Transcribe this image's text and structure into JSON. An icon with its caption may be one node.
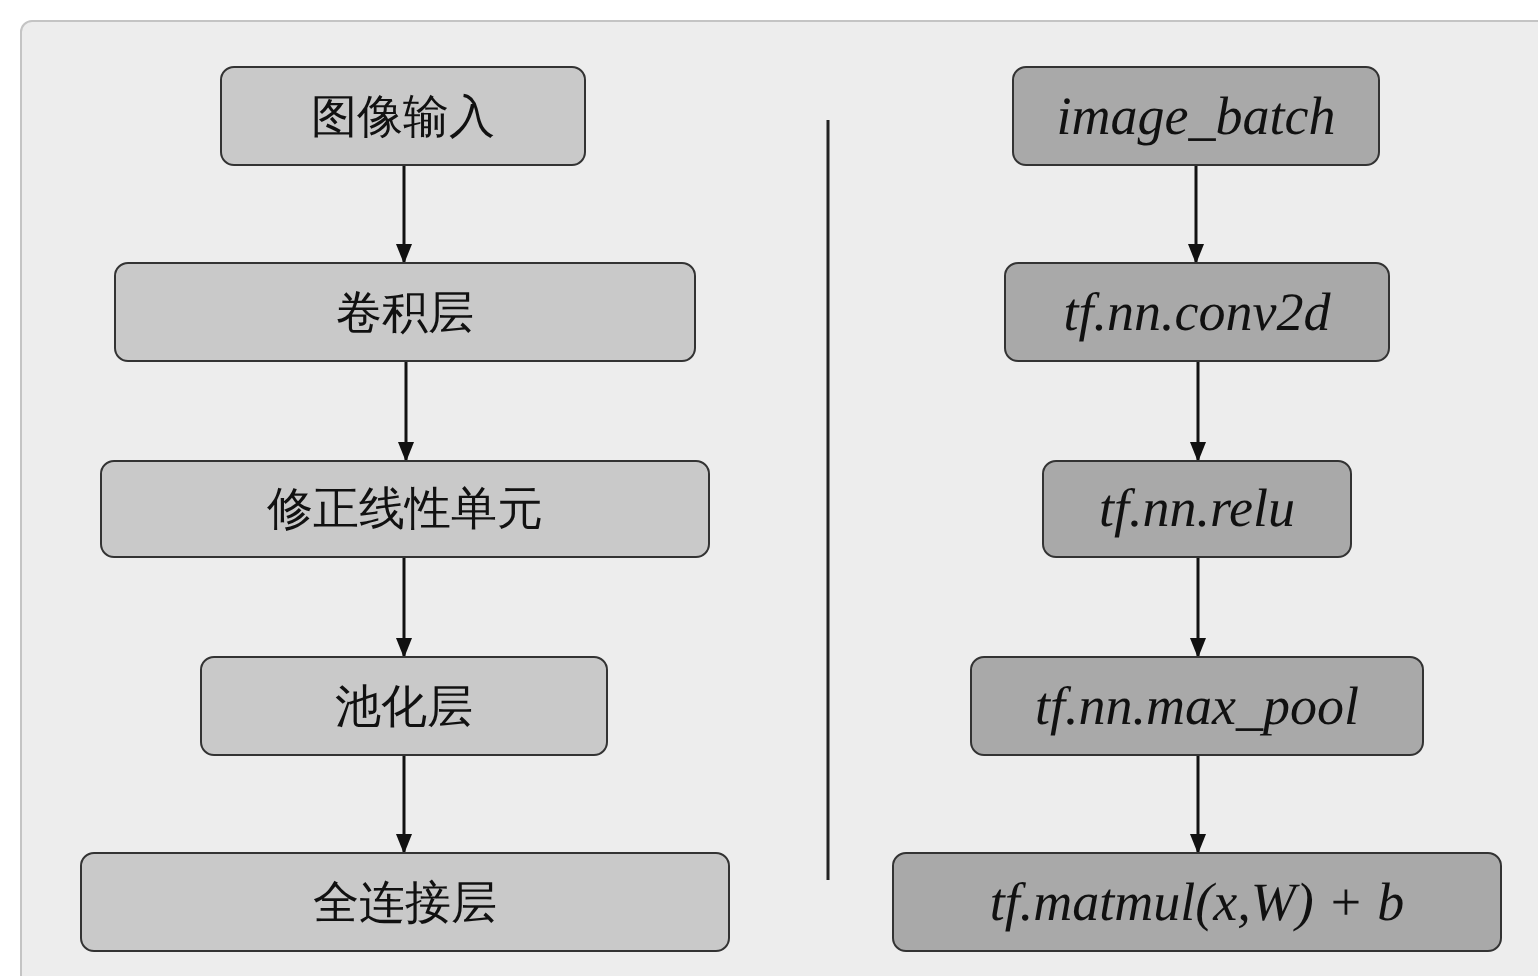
{
  "diagram": {
    "nodes": [
      {
        "text": [
          "图像输入"
        ]
      },
      {
        "text": [
          "卷积层"
        ]
      },
      {
        "text": [
          "修正线性单元"
        ]
      },
      {
        "text": [
          "池化层"
        ]
      },
      {
        "text": [
          "全连接层"
        ]
      },
      {
        "text": [
          "image_batch"
        ]
      },
      {
        "text": [
          "tf.nn.conv2d"
        ]
      },
      {
        "text": [
          "tf.nn.relu"
        ]
      },
      {
        "text": [
          "tf.nn.max_pool"
        ]
      },
      {
        "text": [
          "tf.matmul(x,W) + b"
        ]
      }
    ],
    "edges": [
      {
        "from": 0,
        "to": 1,
        "arrow": "to"
      },
      {
        "from": 1,
        "to": 2,
        "arrow": "to"
      },
      {
        "from": 2,
        "to": 3,
        "arrow": "to"
      },
      {
        "from": 3,
        "to": 4,
        "arrow": "to"
      },
      {
        "from": 5,
        "to": 6,
        "arrow": "to"
      },
      {
        "from": 6,
        "to": 7,
        "arrow": "to"
      },
      {
        "from": 7,
        "to": 8,
        "arrow": "to"
      },
      {
        "from": 8,
        "to": 9,
        "arrow": "to"
      }
    ]
  }
}
